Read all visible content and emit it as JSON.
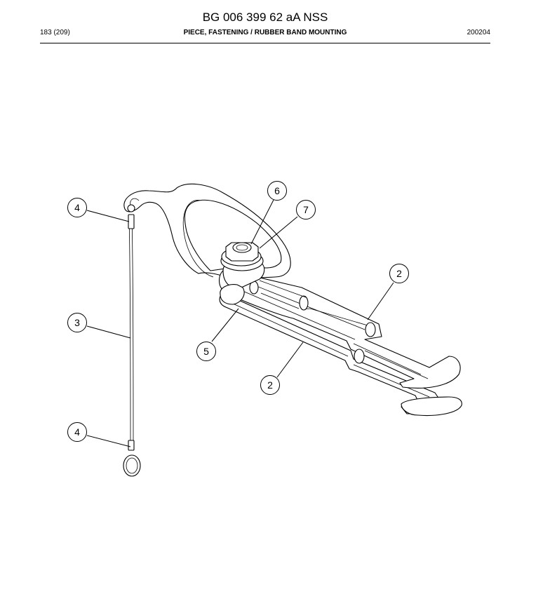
{
  "header": {
    "doc_number": "BG 006 399 62 aA NSS",
    "page": "183 (209)",
    "section_title": "PIECE, FASTENING / RUBBER BAND MOUNTING",
    "date": "200204"
  },
  "callouts": [
    {
      "id": "c6",
      "label": "6"
    },
    {
      "id": "c7",
      "label": "7"
    },
    {
      "id": "c4a",
      "label": "4"
    },
    {
      "id": "c2a",
      "label": "2"
    },
    {
      "id": "c3",
      "label": "3"
    },
    {
      "id": "c5",
      "label": "5"
    },
    {
      "id": "c2b",
      "label": "2"
    },
    {
      "id": "c4b",
      "label": "4"
    }
  ]
}
